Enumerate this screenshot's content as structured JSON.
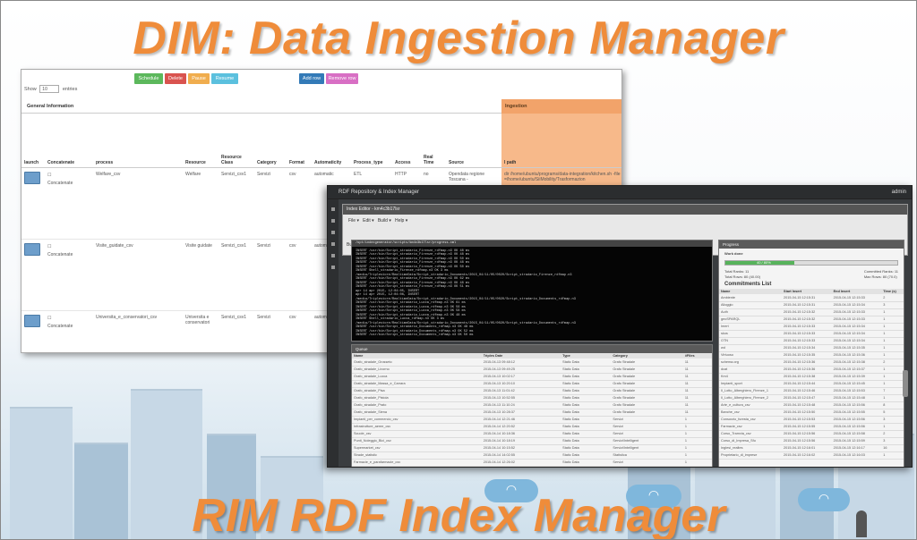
{
  "title_top": "DIM: Data Ingestion Manager",
  "title_bottom": "RIM RDF Index Manager",
  "colors": {
    "accent": "#ef8c3a",
    "schedule": "#5cb85c",
    "delete": "#d9534f",
    "pause": "#f0ad4e",
    "resume": "#5bc0de",
    "add": "#337ab7",
    "remove": "#d86fc4",
    "ingestion": "#f7b98a"
  },
  "dim": {
    "buttons": {
      "schedule": "Schedule",
      "delete": "Delete",
      "pause": "Pause",
      "resume": "Resume",
      "add_row": "Add row",
      "remove_row": "Remove row"
    },
    "show": "Show",
    "entries_value": "10",
    "entries": "entries",
    "general_information": "General Information",
    "ingestion": "Ingestion",
    "columns": {
      "launch": "launch",
      "concatenate": "Concatenate",
      "process": "process",
      "resource": "Resource",
      "resource_class": "Resource Class",
      "category": "Category",
      "format": "Format",
      "automaticity": "Automaticity",
      "process_type": "Process_type",
      "access": "Access",
      "real_time": "Real Time",
      "source": "Source",
      "path": "l path"
    },
    "rows": [
      {
        "process": "Welfare_csv",
        "resource": "Welfare",
        "resource_class": "Servizi_csv1",
        "category": "Servizi",
        "format": "csv",
        "automaticity": "automatic",
        "process_type": "ETL",
        "access": "HTTP",
        "real_time": "no",
        "source": "Opendata regione Toscana -",
        "path": "dir /home/ubuntu/programs/data-integration/kitchen.sh -file=/home/ubuntu/SiiMobility/Trasformazion",
        "concat_label": "Concatenate"
      },
      {
        "process": "Visite_guidate_csv",
        "resource": "Visite guidate",
        "resource_class": "Servizi_csv1",
        "category": "Servizi",
        "format": "csv",
        "automaticity": "autom",
        "process_type": "",
        "access": "",
        "real_time": "",
        "source": "",
        "path": "",
        "concat_label": "Concatenate"
      },
      {
        "process": "Universita_e_conservatori_csv",
        "resource": "Universita e conservatori",
        "resource_class": "Servizi_csv1",
        "category": "Servizi",
        "format": "csv",
        "automaticity": "autom",
        "process_type": "",
        "access": "",
        "real_time": "",
        "source": "",
        "path": "",
        "concat_label": "Concatenate"
      }
    ]
  },
  "rdf": {
    "window_title": "RDF Repository & Index Manager",
    "user": "admin",
    "pane_title": "Index Editor - km4c3b17lsr",
    "menu": [
      "File",
      "Edit",
      "Build",
      "Help"
    ],
    "build_status": "Build Status",
    "console_title": "/opt/indexgenerator/scripts/km4c3b17lsr/progress.xml",
    "console_lines": [
      "INSERT /usr/bin/Script_stradario_Firenze_rdfmap.n3 OK 48 ms",
      "INSERT /usr/bin/Script_stradario_Firenze_rdfmap.n3 OK 48 ms",
      "INSERT /usr/bin/Script_stradario_Firenze_rdfmap.n3 OK 50 ms",
      "INSERT /usr/bin/Script_stradario_Firenze_rdfmap.n3 OK 48 ms",
      "INSERT /usr/bin/Script_stradario_Firenze_rdfmap.n3 OK 50 ms",
      "INSERT Shell_stradario_Firenze_rdfmap.n3 OK 3 ms",
      "/media/Triplestore/RealtimeData/Script_stradario_Documents/2015_04/11/05/0020/Script_stradario_Firenze_rdfmap.n3",
      "INSERT /usr/bin/Script_stradario_Firenze_rdfmap.n3 OK 62 ms",
      "INSERT /usr/bin/Script_stradario_Firenze_rdfmap.n3 OK 48 ms",
      "INSERT /usr/bin/Script_stradario_Firenze_rdfmap.n3 OK 51 ms",
      "apr 14 apr 2015, 12:04:05, INSERT",
      "apr 14 apr 2015, 12:04:06, INSERT",
      "/media/Triplestore/RealtimeData/Script_stradario_Documents/2015_04/11/05/0020/Script_stradario_Documents_rdfmap.n3",
      "INSERT /usr/bin/Script_stradario_Lucca_rdfmap.n3 OK 61 ms",
      "INSERT /usr/bin/Script_stradario_Lucca_rdfmap.n3 OK 56 ms",
      "INSERT /usr/bin/Script_stradario_Lucca_rdfmap.n3 OK 58 ms",
      "INSERT /usr/bin/Script_stradario_Lucca_rdfmap.n3 OK 48 ms",
      "INSERT Shell_stradario_Lucca_rdfmap.n3 OK 3 ms",
      "/media/Triplestore/RealtimeData/Script_stradario_Documents/2015_04/11/05/0020/Script_stradario_Documents_rdfmap.n3",
      "INSERT /usr/bin/Script_stradario_Documents_rdfmap.n3 OK 48 ms",
      "INSERT /usr/bin/Script_stradario_Documents_rdfmap.n3 OK 52 ms",
      "INSERT /usr/bin/Script_stradario_Documents_rdfmap.n3 OK 50 ms"
    ],
    "queue_title": "Queue",
    "queue_columns": [
      "Name",
      "Triples Date",
      "Type",
      "Category",
      "#Files"
    ],
    "queue_rows": [
      [
        "Grafo_stradale_Grosseto",
        "2015-04-13 09:48:12",
        "Static Data",
        "Grafo Stradale",
        "11"
      ],
      [
        "Grafo_stradale_Livorno",
        "2015-04-13 09:49:25",
        "Static Data",
        "Grafo Stradale",
        "11"
      ],
      [
        "Grafo_stradale_Lucca",
        "2015-04-13 10:02:17",
        "Static Data",
        "Grafo Stradale",
        "11"
      ],
      [
        "Grafo_stradale_Massa_e_Carrara",
        "2015-04-13 10:20:10",
        "Static Data",
        "Grafo Stradale",
        "11"
      ],
      [
        "Grafo_stradale_Pisa",
        "2015-04-13 11:01:42",
        "Static Data",
        "Grafo Stradale",
        "11"
      ],
      [
        "Grafo_stradale_Pistoia",
        "2015-04-13 10:52:55",
        "Static Data",
        "Grafo Stradale",
        "11"
      ],
      [
        "Grafo_stradale_Prato",
        "2015-04-13 11:10:24",
        "Static Data",
        "Grafo Stradale",
        "11"
      ],
      [
        "Grafo_stradale_Siena",
        "2015-04-13 10:28:37",
        "Static Data",
        "Grafo Stradale",
        "11"
      ],
      [
        "Impianti_per_commercio_csv",
        "2015-04-14 12:21:46",
        "Static Data",
        "Servizi",
        "1"
      ],
      [
        "Infrastrutture_aeree_csv",
        "2015-04-14 12:20:52",
        "Static Data",
        "Servizi",
        "1"
      ],
      [
        "Scuole_csv",
        "2015-04-14 10:18:36",
        "Static Data",
        "Servizi",
        "1"
      ],
      [
        "Punti_Noleggio_Bici_csv",
        "2015-04-14 10:18:19",
        "Static Data",
        "Servizi/Intelligent",
        "1"
      ],
      [
        "Supermarket_csv",
        "2015-04-14 10:15:52",
        "Static Data",
        "Servizi/Intelligent",
        "1"
      ],
      [
        "Strade_statistic",
        "2015-04-14 14:02:55",
        "Static Data",
        "Statistica",
        "1"
      ],
      [
        "Farmacie_e_parafarmacie_csv",
        "2015-04-14 12:26:02",
        "Static Data",
        "Servizi",
        "1"
      ]
    ],
    "progress_title": "Progress",
    "work_done": "Work done",
    "progress_pct": 40,
    "progress_label": "40 / 80%",
    "stats": {
      "total_ranks": "Total Ranks: 11",
      "total_rows": "Total Rows: 80 (40.00)",
      "committed_ranks": "Committed Ranks: 11",
      "max_rows": "Max Rows: 80 (70.0)"
    },
    "commitments_title": "Commitments List",
    "prog_columns": [
      "Name",
      "Start Insert",
      "End Insert",
      "Time (s)"
    ],
    "prog_rows": [
      [
        "Ambiente",
        "2015-04-15 12:15:31",
        "2015-04-15 12:15:33",
        "2"
      ],
      [
        "Alloggio",
        "2015-04-15 12:15:31",
        "2015-04-15 12:15:34",
        "3"
      ],
      [
        "Auth",
        "2015-04-15 12:15:32",
        "2015-04-15 12:15:33",
        "1"
      ],
      [
        "geoSPARQL",
        "2015-04-15 12:15:32",
        "2015-04-15 12:15:33",
        "1"
      ],
      [
        "Imert",
        "2015-04-15 12:15:33",
        "2015-04-15 12:15:34",
        "1"
      ],
      [
        "skos",
        "2015-04-15 12:15:33",
        "2015-04-15 12:15:34",
        "1"
      ],
      [
        "OTN",
        "2015-04-15 12:15:33",
        "2015-04-15 12:15:34",
        "1"
      ],
      [
        "wd",
        "2015-04-15 12:15:34",
        "2015-04-15 12:15:35",
        "1"
      ],
      [
        "Virtuoso",
        "2015-04-15 12:15:35",
        "2015-04-15 12:15:36",
        "1"
      ],
      [
        "schema.org",
        "2015-04-15 12:15:36",
        "2015-04-15 12:15:38",
        "2"
      ],
      [
        "dcat",
        "2015-04-15 12:15:36",
        "2015-04-15 12:15:37",
        "1"
      ],
      [
        "Km4",
        "2015-04-15 12:15:38",
        "2015-04-15 12:15:39",
        "1"
      ],
      [
        "Impianti_sport",
        "2015-04-15 12:15:44",
        "2015-04-15 12:15:45",
        "1"
      ],
      [
        "Il_Lotto_Alberghiero_Firenze_1",
        "2015-04-15 12:15:46",
        "2015-04-15 12:15:53",
        "7"
      ],
      [
        "Il_Lotto_Alberghiero_Firenze_2",
        "2015-04-15 12:15:47",
        "2015-04-15 12:15:48",
        "1"
      ],
      [
        "Arte_e_cultura_csv",
        "2015-04-15 12:15:48",
        "2015-04-15 12:15:56",
        "8"
      ],
      [
        "Banche_csv",
        "2015-04-15 12:15:50",
        "2015-04-15 12:15:55",
        "5"
      ],
      [
        "Consorzio_furesta_csv",
        "2015-04-15 12:15:53",
        "2015-04-15 12:15:56",
        "3"
      ],
      [
        "Farmacie_csv",
        "2015-04-15 12:15:55",
        "2015-04-15 12:15:56",
        "1"
      ],
      [
        "Corso_Tramvia_csv",
        "2015-04-15 12:15:56",
        "2015-04-15 12:15:58",
        "2"
      ],
      [
        "Corso_di_Impresa_Sfu",
        "2015-04-15 12:15:56",
        "2015-04-15 12:15:59",
        "3"
      ],
      [
        "Inglesi_realtes",
        "2015-04-15 12:16:01",
        "2015-04-15 12:16:17",
        "16"
      ],
      [
        "Proprietario_di_imprese",
        "2015-04-15 12:16:02",
        "2015-04-15 12:16:03",
        "1"
      ]
    ]
  }
}
